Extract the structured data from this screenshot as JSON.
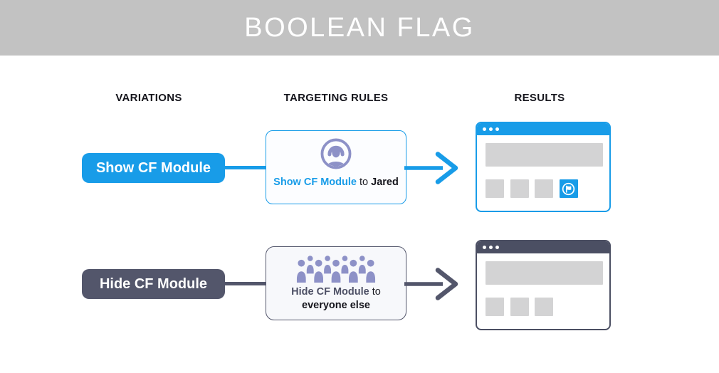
{
  "header": {
    "title": "BOOLEAN FLAG"
  },
  "columns": {
    "variations": "VARIATIONS",
    "targeting_rules": "TARGETING RULES",
    "results": "RESULTS"
  },
  "rows": [
    {
      "variation": {
        "label": "Show CF Module"
      },
      "rule": {
        "icon": "user-circle-icon",
        "action": "Show CF Module",
        "connector": " to ",
        "audience": "Jared"
      },
      "result": {
        "window": "browser-window",
        "shows_module": true,
        "module_icon": "flag-circle-icon"
      }
    },
    {
      "variation": {
        "label": "Hide CF Module"
      },
      "rule": {
        "icon": "crowd-icon",
        "action": "Hide CF Module",
        "connector": " to ",
        "audience": "everyone else"
      },
      "result": {
        "window": "browser-window",
        "shows_module": false
      }
    }
  ],
  "colors": {
    "accent_blue": "#189CE8",
    "dark_slate": "#53566B",
    "browser_dark": "#4B4F63",
    "icon_purple": "#8D91C7",
    "placeholder_gray": "#D3D3D4",
    "banner_gray": "#C2C2C2"
  }
}
